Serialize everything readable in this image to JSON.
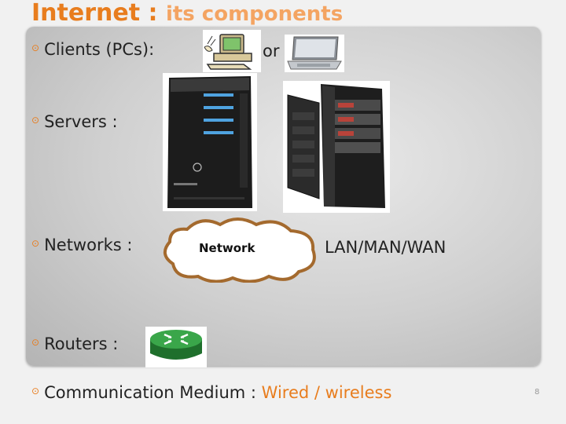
{
  "title": {
    "main": "Internet : ",
    "sub": "its components"
  },
  "bullets": {
    "clients": "Clients (PCs):",
    "or": "or",
    "servers": "Servers :",
    "networks": "Networks :",
    "network_cloud": "Network",
    "network_types": "LAN/MAN/WAN",
    "routers": "Routers :",
    "medium_label": "Communication Medium :",
    "medium_value": "Wired / wireless"
  },
  "slide_number": "8",
  "colors": {
    "accent": "#e87d1e",
    "title_sub": "#f4a462",
    "text": "#222222"
  },
  "icons": [
    "bullet-icon",
    "desktop-pc-icon",
    "laptop-icon",
    "server-tower-icon",
    "server-rack-icon",
    "network-cloud-icon",
    "router-icon"
  ]
}
